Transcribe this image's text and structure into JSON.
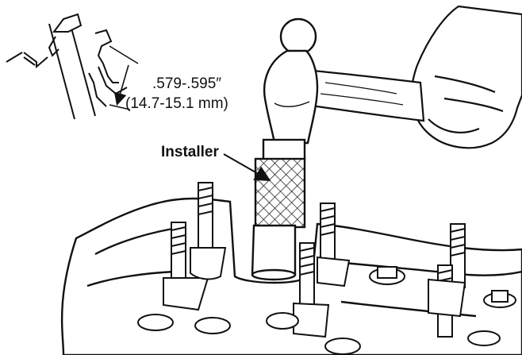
{
  "labels": {
    "dimension_inch": ".579-.595″",
    "dimension_mm": "(14.7-15.1 mm)",
    "installer": "Installer"
  }
}
